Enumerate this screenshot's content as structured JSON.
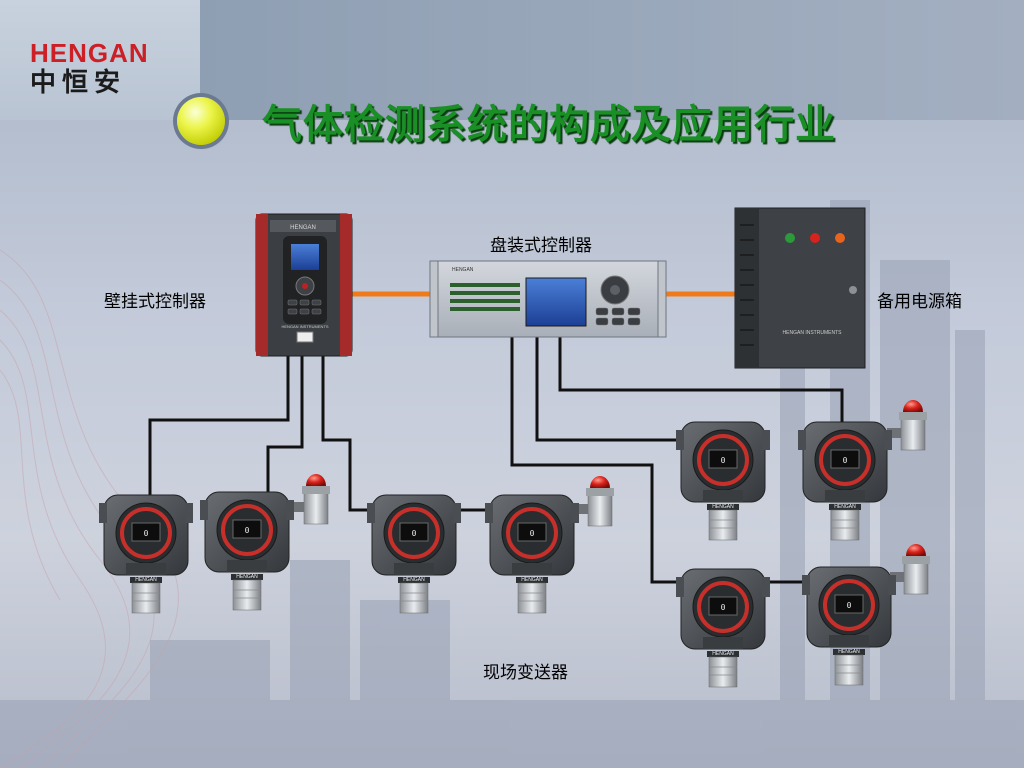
{
  "brand": {
    "name_en": "HENGAN",
    "name_cn": "中恒安"
  },
  "title": "气体检测系统的构成及应用行业",
  "labels": {
    "wall_controller": "壁挂式控制器",
    "panel_controller": "盘装式控制器",
    "backup_power": "备用电源箱",
    "field_transmitter": "现场变送器"
  },
  "device_text": {
    "wall_brand": "HENGAN",
    "wall_footer": "HENGAN INSTRUMENTS",
    "panel_brand": "HENGAN",
    "box_label": "HENGAN INSTRUMENTS",
    "detector_tag": "HENGAN",
    "detector_reading": "0"
  },
  "colors": {
    "title": "#1a8f26",
    "wire": "#111111",
    "link": "#f07a1a",
    "alarm_light": "#d8221c",
    "logo_red": "#cc1f26"
  }
}
